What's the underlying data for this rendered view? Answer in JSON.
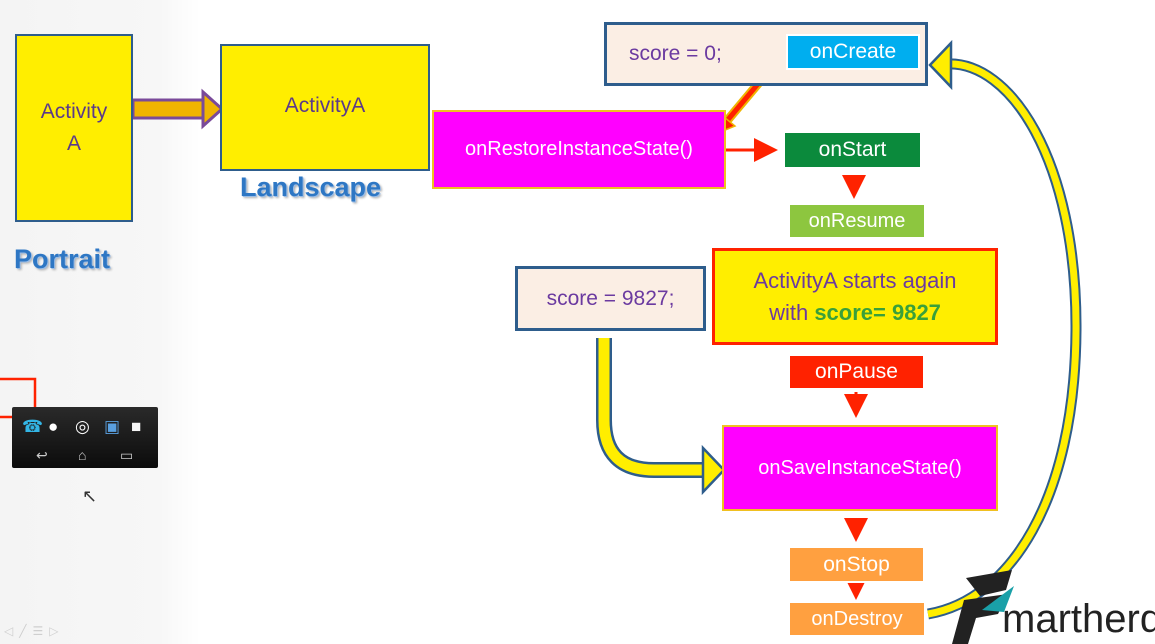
{
  "nodes": {
    "activity_portrait": {
      "line1": "Activity",
      "line2": "A"
    },
    "activity_landscape": "ActivityA",
    "portrait_label": "Portrait",
    "landscape_label": "Landscape",
    "score_initial": "score = 0;",
    "on_create": "onCreate",
    "on_restore": "onRestoreInstanceState()",
    "on_start": "onStart",
    "on_resume": "onResume",
    "score_saved": "score = 9827;",
    "restart_note": {
      "line1": "ActivityA starts again",
      "line2_prefix": "with ",
      "line2_highlight": "score= 9827"
    },
    "on_pause": "onPause",
    "on_save": "onSaveInstanceState()",
    "on_stop": "onStop",
    "on_destroy": "onDestroy"
  },
  "colors": {
    "activity_fill": "#ffee00",
    "callback_fill": "#ff00ff",
    "on_create": "#00aeef",
    "on_start": "#0b8a3c",
    "on_resume": "#8dc63f",
    "on_pause": "#ff2200",
    "on_stop_destroy": "#ffa040",
    "highlight_text": "#3aa03a",
    "flow_arrow": "#ff2200"
  },
  "taskbar": {
    "icons": [
      "phone-icon",
      "chat-icon",
      "apps-icon",
      "gallery-icon",
      "bag-icon"
    ],
    "nav": [
      "back-icon",
      "home-icon",
      "recents-icon"
    ]
  },
  "brand": {
    "initial": "S",
    "rest": "martherd"
  }
}
